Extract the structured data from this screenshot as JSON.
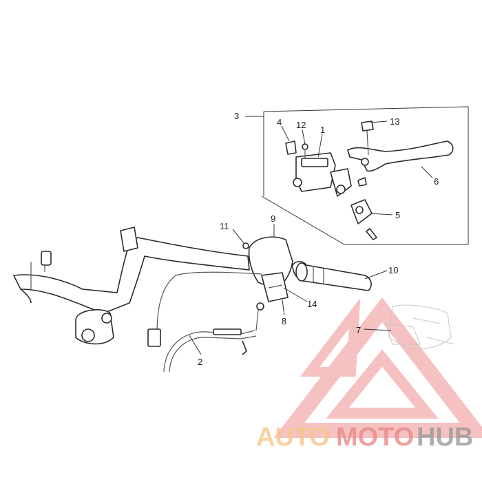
{
  "callouts": {
    "c1": "1",
    "c2": "2",
    "c3": "3",
    "c4": "4",
    "c5": "5",
    "c6": "6",
    "c7": "7",
    "c8": "8",
    "c9": "9",
    "c10": "10",
    "c11": "11",
    "c12": "12",
    "c13": "13",
    "c14": "14"
  },
  "watermark": {
    "part1": "AUTO",
    "part2": "MOTO",
    "part3": "HUB",
    "color1": "#f7c68a",
    "color2": "#e88a8a",
    "color3": "#9a9a9a",
    "triangle_color": "#ef8f8f"
  }
}
